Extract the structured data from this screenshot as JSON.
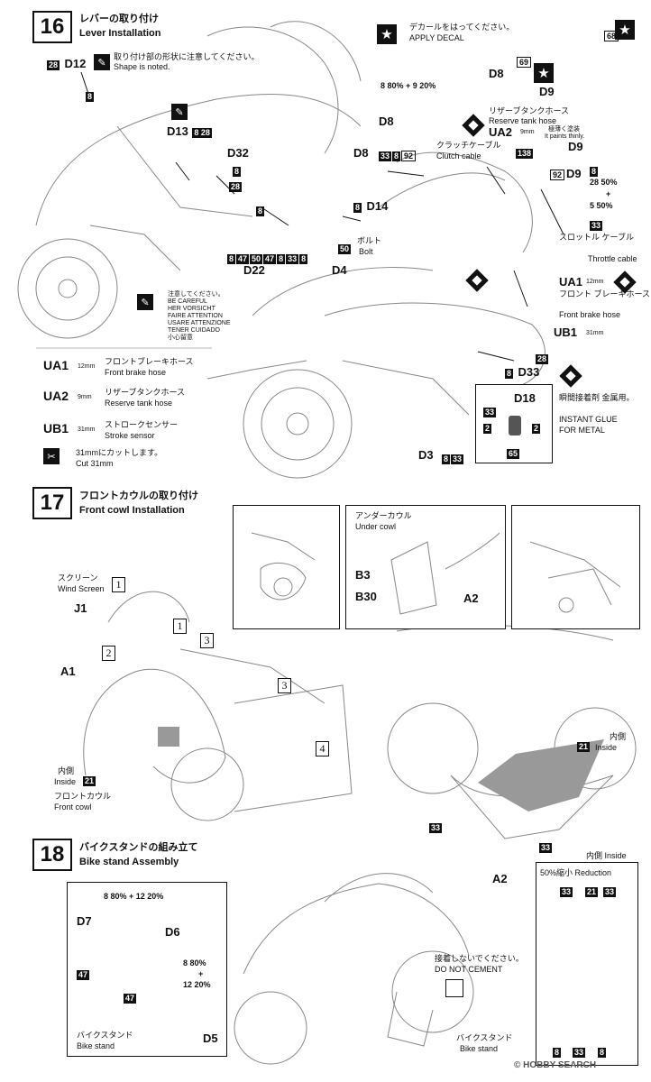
{
  "steps": [
    {
      "number": "16",
      "title_jp": "レバーの取り付け",
      "title_en": "Lever Installation"
    },
    {
      "number": "17",
      "title_jp": "フロントカウルの取り付け",
      "title_en": "Front cowl Installation"
    },
    {
      "number": "18",
      "title_jp": "バイクスタンドの組み立て",
      "title_en": "Bike stand Assembly"
    }
  ],
  "step16": {
    "d12_label": "D12",
    "d12_chip": "28",
    "d12_part": "8",
    "shape_note_jp": "取り付け部の形状に注意してください。",
    "shape_note_en": "Shape is noted.",
    "d13_label": "D13",
    "d13_chips": "8 28",
    "d32_label": "D32",
    "d32_chips": [
      "8",
      "28"
    ],
    "mid_chip": "8",
    "bottom_chips": [
      "8",
      "47",
      "50",
      "47",
      "8",
      "33",
      "8"
    ],
    "d22_label": "D22",
    "d4_label": "D4",
    "d4_chip": "50",
    "d14_label": "D14",
    "d14_chip": "8",
    "bolt_jp": "ボルト",
    "bolt_en": "Bolt",
    "decal_jp": "デカールをはってください。",
    "decal_en": "APPLY DECAL",
    "d8_label": "D8",
    "d8_chip": "69",
    "d9_label": "D9",
    "d9_chip": "68",
    "lever_mix": "8 80% + 9 20%",
    "d8b_label": "D8",
    "reserve_hose_jp": "リザーブタンクホース",
    "reserve_hose_en": "Reserve tank hose",
    "ua2_label": "UA2",
    "ua2_size": "9mm",
    "thin_jp": "極薄く塗装",
    "thin_en": "It paints thinly.",
    "clutch_jp": "クラッチケーブル",
    "clutch_en": "Clutch cable",
    "d8c_label": "D8",
    "d8c_chips": [
      "33",
      "8",
      "92"
    ],
    "chip_138": "138",
    "d9b_label": "D9",
    "d9b_chip": "92",
    "d9c_label": "D9",
    "mix2_a": "28 50%",
    "mix2_plus": "+",
    "mix2_b": "5 50%",
    "chip_8_right": "8",
    "chip_33_right": "33",
    "throttle_jp": "スロットル ケーブル",
    "throttle_en": "Throttle cable",
    "ua1_label": "UA1",
    "ua1_size": "12mm",
    "front_brake_jp": "フロント ブレーキホース",
    "front_brake_en": "Front brake hose",
    "ub1_label": "UB1",
    "ub1_size": "31mm",
    "d33_label": "D33",
    "d33_chips": [
      "8",
      "28"
    ],
    "glue_jp": "瞬間接着剤 金属用。",
    "glue_en1": "INSTANT GLUE",
    "glue_en2": "FOR METAL",
    "d18_label": "D18",
    "d18_chips": [
      "33",
      "2",
      "2",
      "65"
    ],
    "d3_label": "D3",
    "d3_chips": [
      "8",
      "33"
    ],
    "caution": [
      "注意してください。",
      "BE CAREFUL",
      "HER VORSICHT",
      "FAIRE ATTENTION",
      "USARE ATTENZIONE",
      "TENER CUIDADO",
      "小心留意"
    ],
    "legend": [
      {
        "code": "UA1",
        "size": "12mm",
        "jp": "フロントブレーキホース",
        "en": "Front brake hose"
      },
      {
        "code": "UA2",
        "size": "9mm",
        "jp": "リザーブタンクホース",
        "en": "Reserve tank hose"
      },
      {
        "code": "UB1",
        "size": "31mm",
        "jp": "ストロークセンサー",
        "en": "Stroke sensor"
      }
    ],
    "cut_jp": "31mmにカットします。",
    "cut_en": "Cut 31mm"
  },
  "step17": {
    "screen_jp": "スクリーン",
    "screen_en": "Wind Screen",
    "j1_label": "J1",
    "a1_label": "A1",
    "callouts": [
      "1",
      "2",
      "1",
      "3",
      "3",
      "4"
    ],
    "inside_jp": "内側",
    "inside_en": "Inside",
    "inside_chip": "21",
    "front_cowl_jp": "フロントカウル",
    "front_cowl_en": "Front cowl",
    "under_cowl_jp": "アンダーカウル",
    "under_cowl_en": "Under cowl",
    "b3_label": "B3",
    "b30_label": "B30",
    "a2_label": "A2",
    "inside2_jp": "内側",
    "inside2_en": "Inside",
    "inside2_chip": "21",
    "chip_33a": "33",
    "chip_33b": "33",
    "a2b_label": "A2"
  },
  "step18": {
    "mix_top": "8 80% + 12 20%",
    "d7_label": "D7",
    "d6_label": "D6",
    "chip_47a": "47",
    "chip_47b": "47",
    "mix_right_a": "8 80%",
    "mix_right_plus": "+",
    "mix_right_b": "12 20%",
    "d5_label": "D5",
    "stand_jp": "バイクスタンド",
    "stand_en": "Bike stand",
    "no_cement_jp": "接着しないでください。",
    "no_cement_en": "DO NOT CEMENT",
    "stand2_jp": "バイクスタンド",
    "stand2_en": "Bike stand",
    "inside_label": "内側 Inside",
    "reduction_label": "50%縮小 Reduction",
    "reduction_top_chips": [
      "33",
      "21",
      "33"
    ],
    "reduction_bottom_chips": [
      "8",
      "33",
      "8"
    ]
  },
  "watermark": "© HOBBY SEARCH"
}
